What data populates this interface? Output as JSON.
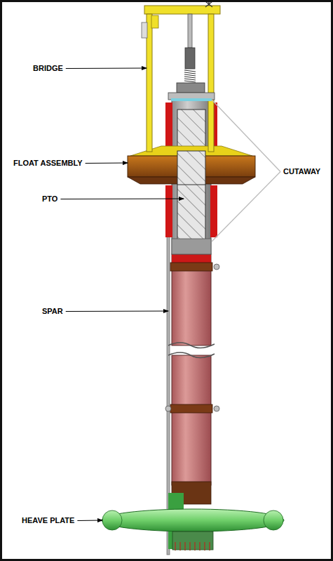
{
  "diagram": {
    "labels": [
      "BRIDGE",
      "FLOAT ASSEMBLY",
      "PTO",
      "SPAR",
      "HEAVE PLATE",
      "CUTAWAY"
    ]
  }
}
